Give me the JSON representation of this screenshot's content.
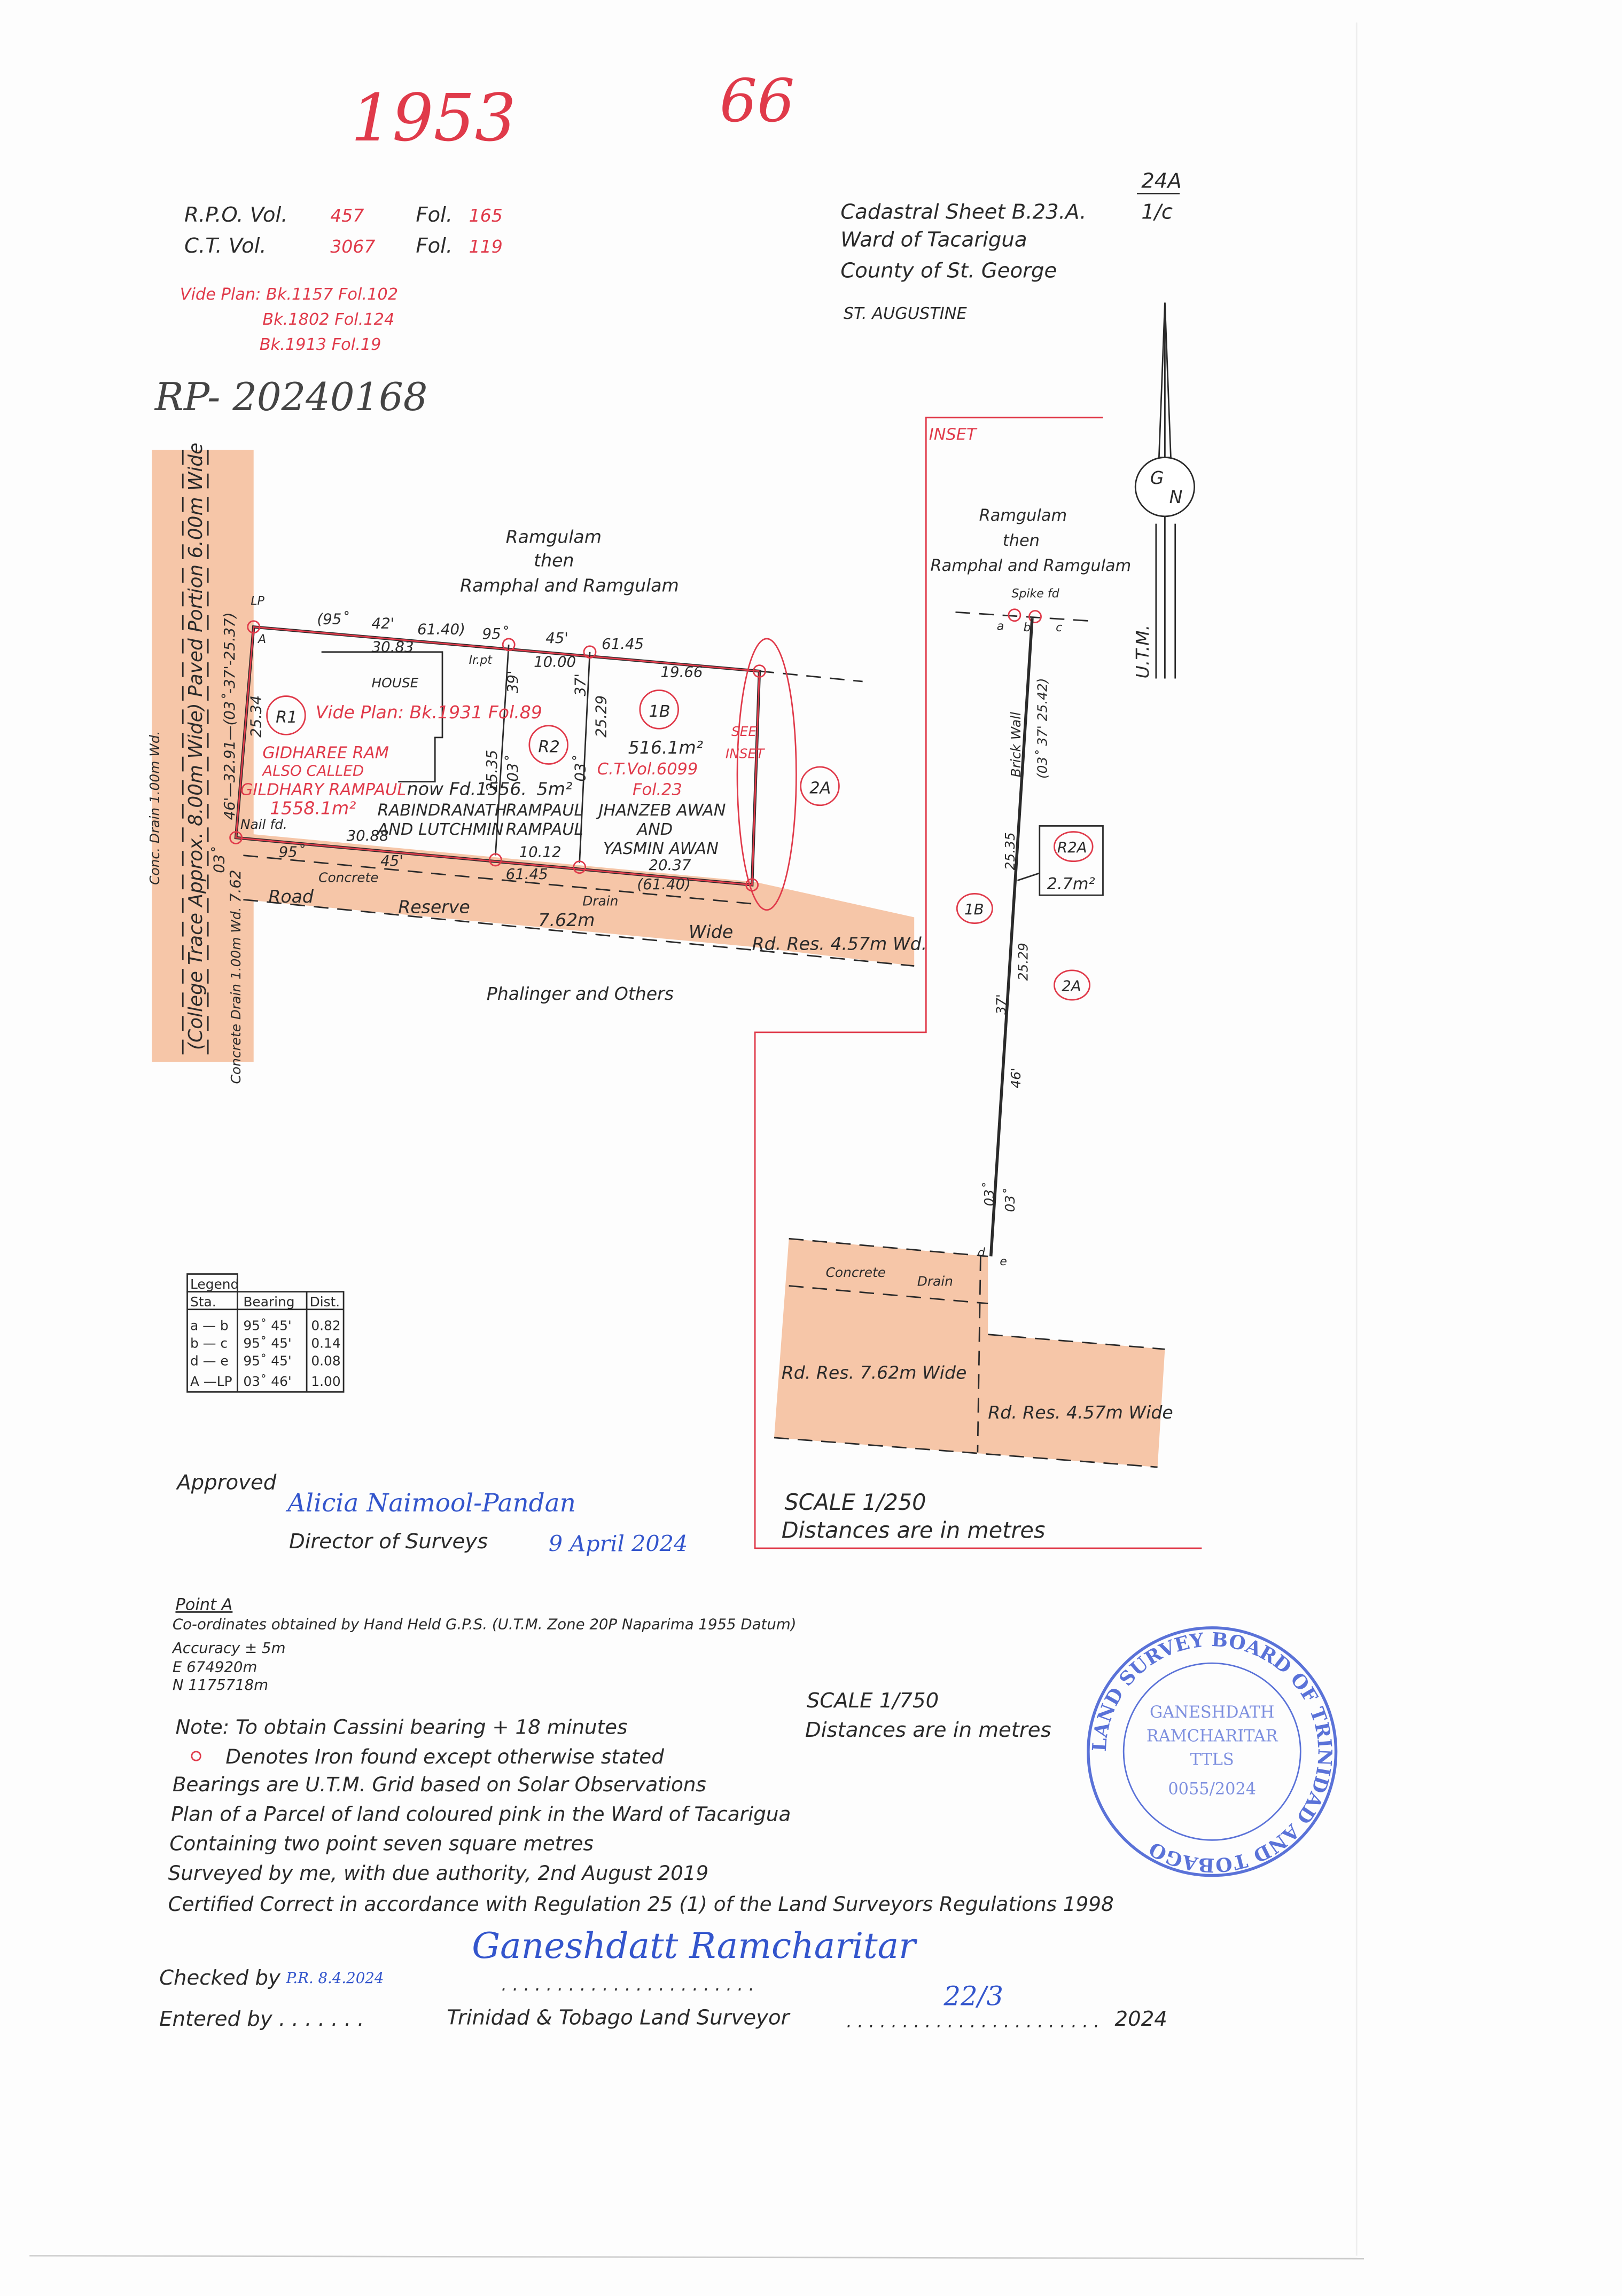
{
  "annotations": {
    "handwritten_number": "1953",
    "handwritten_folio": "66",
    "handwritten_ref": "RP- 20240168"
  },
  "header_left": {
    "rpo_label": "R.P.O. Vol.",
    "rpo_vol": "457",
    "rpo_fol_label": "Fol.",
    "rpo_fol": "165",
    "ct_label": "C.T. Vol.",
    "ct_vol": "3067",
    "ct_fol_label": "Fol.",
    "ct_fol": "119",
    "vide": [
      "Vide Plan: Bk.1157 Fol.102",
      "Bk.1802 Fol.124",
      "Bk.1913 Fol.19"
    ]
  },
  "header_right": {
    "sheet_no": "24A",
    "sheet_sub": "1/c",
    "cadastral": "Cadastral Sheet B.23.A.",
    "ward": "Ward of Tacarigua",
    "county": "County of St. George",
    "locality": "ST. AUGUSTINE"
  },
  "main_plan": {
    "north_owner": [
      "Ramgulam",
      "then",
      "Ramphal and Ramgulam"
    ],
    "south_owner": "Phalinger and Others",
    "lp": "LP",
    "point_a": "A",
    "house": "HOUSE",
    "vide_plan": "Vide Plan: Bk.1931 Fol.89",
    "bearings_top": [
      "(95˚",
      "42'",
      "61.40)",
      "95˚",
      "45'",
      "61.45"
    ],
    "dists_top": [
      "30.83",
      "10.00",
      "19.66"
    ],
    "irpt": "Ir.pt",
    "r1": "R1",
    "r2": "R2",
    "p1b": "1B",
    "p2a": "2A",
    "owner_r1": [
      "GIDHAREE RAM",
      "ALSO CALLED",
      "GILDHARY RAMPAUL",
      "1558.1m²"
    ],
    "now_fd": "now Fd.1556.",
    "area_r2": "5m²",
    "owner_r2": [
      "RABINDRANATH",
      "AND LUTCHMIN"
    ],
    "owner_r2b": [
      "RAMPAUL",
      "RAMPAUL"
    ],
    "area_1b": "516.1m²",
    "ct_1b": [
      "C.T.Vol.6099",
      "Fol.23"
    ],
    "owner_1b": [
      "JHANZEB AWAN",
      "AND",
      "YASMIN AWAN"
    ],
    "see_inset": [
      "SEE",
      "INSET"
    ],
    "side_labels": [
      "25.34",
      "25.35",
      "03˚",
      "39'",
      "37'",
      "25.29",
      "03˚"
    ],
    "bottom": [
      "30.88",
      "95˚",
      "45'",
      "61.45",
      "10.12",
      "20.37",
      "(61.40)",
      "7.62",
      "03˚"
    ],
    "left_bearing": "46'—32.91—(03˚-37'-25.37)",
    "nail": "Nail fd.",
    "road": [
      "Concrete",
      "Road",
      "Reserve",
      "7.62m",
      "Wide",
      "Drain",
      "Rd. Res. 4.57m Wd."
    ],
    "college": "(College Trace Approx. 8.00m Wide) Paved Portion 6.00m Wide",
    "drain1": "Conc. Drain 1.00m Wd.",
    "drain2": "Concrete Drain 1.00m Wd."
  },
  "inset": {
    "title": "INSET",
    "north_owner": [
      "Ramgulam",
      "then",
      "Ramphal and Ramgulam"
    ],
    "spike": "Spike fd",
    "pts": [
      "a",
      "b",
      "c",
      "d",
      "e"
    ],
    "wall": "Brick Wall",
    "bearing": "(03˚ 37' 25.42)",
    "d1": "25.35",
    "d2": "25.29",
    "b1": "37'",
    "b2": "46'",
    "b3": "03˚",
    "b4": "03˚",
    "r2a": "R2A",
    "r2a_area": "2.7m²",
    "p1b": "1B",
    "p2a": "2A",
    "concrete": "Concrete",
    "drain": "Drain",
    "rd1": "Rd. Res. 7.62m Wide",
    "rd2": "Rd. Res. 4.57m Wide",
    "scale": "SCALE 1/250",
    "units": "Distances are in metres"
  },
  "north": {
    "g": "G",
    "n": "N",
    "utm": "U.T.M."
  },
  "legend": {
    "title": "Legend",
    "headers": [
      "Sta.",
      "Bearing",
      "Dist."
    ],
    "rows": [
      [
        "a — b",
        "95˚ 45'",
        "0.82"
      ],
      [
        "b — c",
        "95˚ 45'",
        "0.14"
      ],
      [
        "d — e",
        "95˚ 45'",
        "0.08"
      ],
      [
        "A —LP",
        "03˚ 46'",
        "1.00"
      ]
    ]
  },
  "approval": {
    "approved": "Approved",
    "director": "Director of Surveys",
    "date": "9 April 2024",
    "signature": "Alicia Naimool-Pandan"
  },
  "point_a": {
    "title": "Point A",
    "lines": [
      "Co-ordinates obtained by Hand Held G.P.S. (U.T.M. Zone 20P Naparima 1955 Datum)",
      "Accuracy ± 5m",
      "E 674920m",
      "N 1175718m"
    ]
  },
  "scale2": {
    "scale": "SCALE 1/750",
    "units": "Distances are in metres"
  },
  "notes": [
    "Note: To obtain Cassini bearing + 18 minutes",
    "Denotes Iron found except otherwise stated",
    "Bearings are U.T.M. Grid based on Solar Observations",
    "Plan of a Parcel of land coloured pink in the Ward of Tacarigua",
    "Containing two point seven square metres",
    "Surveyed by me, with due authority, 2nd August 2019",
    "Certified Correct in accordance with Regulation 25 (1) of the Land Surveyors Regulations 1998"
  ],
  "footer": {
    "checked": "Checked by",
    "checked_init": "P.R. 8.4.2024",
    "entered": "Entered by . . . . . . .",
    "surveyor": "Trinidad & Tobago Land Surveyor",
    "dots": ". . . . . . . . . . . . . . . . . . . . . . .",
    "date_hand": "22/3",
    "year": "2024",
    "signature": "Ganeshdatt Ramcharitar"
  },
  "stamp": {
    "text": "LAND SURVEY BOARD OF TRINIDAD AND TOBAGO",
    "name": [
      "GANESHDATH",
      "RAMCHARITAR",
      "TTLS",
      "0055/2024"
    ]
  },
  "colors": {
    "pink": "#f6c6a8",
    "red": "#e03a4a",
    "ink": "#2a2a2a",
    "blue": "#3355cc"
  }
}
